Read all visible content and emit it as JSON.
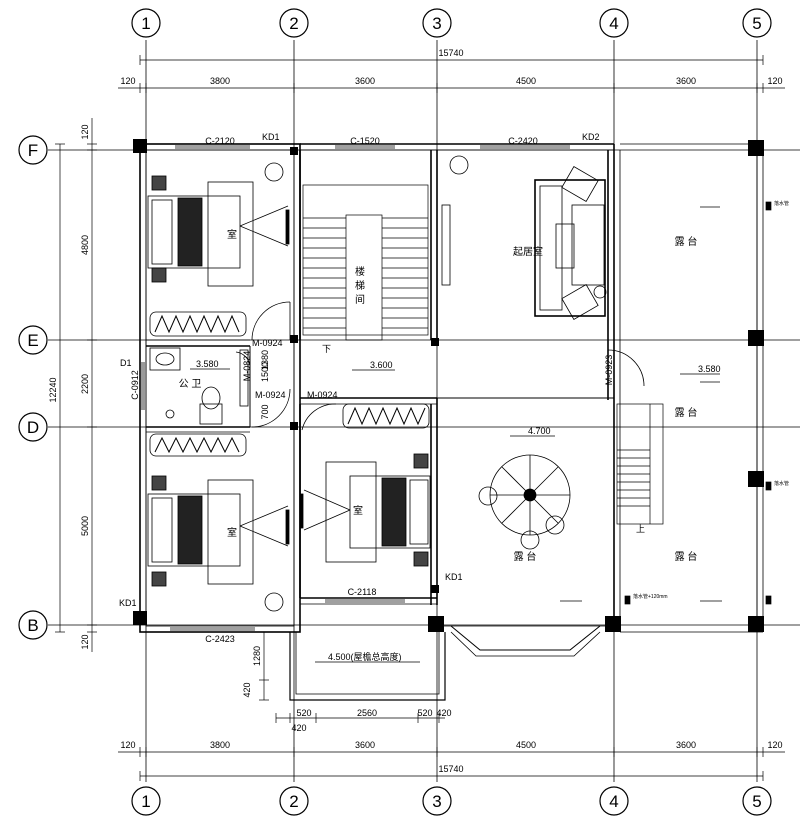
{
  "grid": {
    "columns": [
      "1",
      "2",
      "3",
      "4",
      "5"
    ],
    "rows": [
      "F",
      "E",
      "D",
      "B"
    ]
  },
  "dimensions": {
    "top_total": "15740",
    "top_segments": [
      "120",
      "3800",
      "3600",
      "4500",
      "3600",
      "120"
    ],
    "bottom_total": "15740",
    "bottom_segments": [
      "120",
      "3800",
      "3600",
      "4500",
      "3600",
      "120"
    ],
    "left_total": "12240",
    "left_segments": [
      "120",
      "4800",
      "2200",
      "5000",
      "120"
    ],
    "balcony_bottom": [
      "520",
      "2560",
      "520",
      "420"
    ],
    "balcony_extra": "420",
    "balcony_depth": [
      "1280",
      "420"
    ],
    "bath_small": [
      "1380",
      "1500",
      "700"
    ]
  },
  "labels": {
    "windows": [
      "C-2120",
      "C-1520",
      "C-2420",
      "C-2423",
      "C-2118",
      "C-0912"
    ],
    "doors": [
      "M-0924",
      "M-0824",
      "M-0924",
      "M-0924",
      "M-0923"
    ],
    "kd": [
      "KD1",
      "KD2",
      "KD1",
      "KD1",
      "D1"
    ],
    "down": "下",
    "up": "上"
  },
  "rooms": {
    "stair": [
      "楼",
      "梯",
      "间"
    ],
    "living": "起居室",
    "bath": "公 卫",
    "bed": "室",
    "terrace": "露 台"
  },
  "elevations": {
    "bath": "3.580",
    "hall": "3.600",
    "terrace_mid": "3.580",
    "terrace_center": "4.700",
    "balcony": "4.500(屋檐总高度)"
  },
  "notes": {
    "right1": "落水管",
    "right2": "落水管",
    "right3": "落水管+120mm"
  }
}
